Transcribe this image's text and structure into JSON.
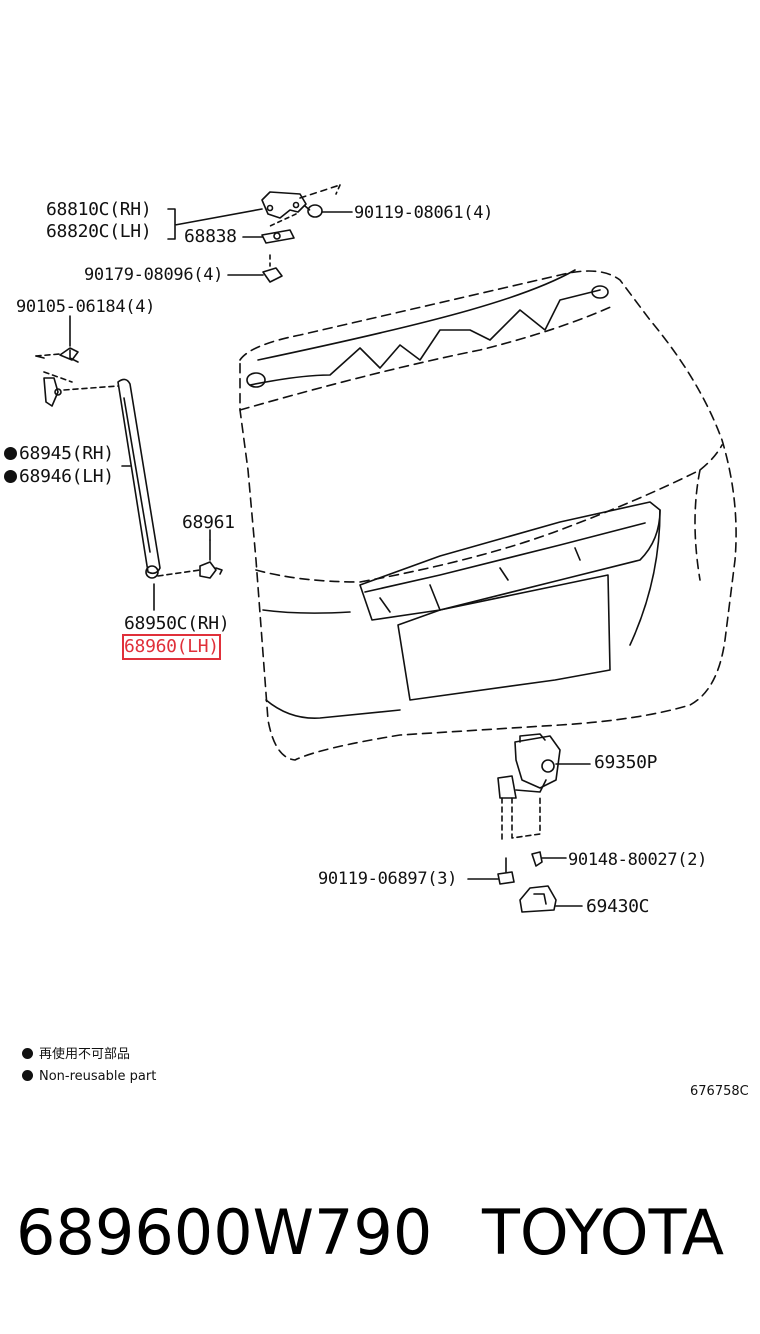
{
  "diagram": {
    "labels": {
      "p68810c": "68810C(RH)",
      "p68820c": "68820C(LH)",
      "p68838": "68838",
      "p90119_08061": "90119-08061(4)",
      "p90179_08096": "90179-08096(4)",
      "p90105_06184": "90105-06184(4)",
      "p68945": "68945(RH)",
      "p68946": "68946(LH)",
      "p68961": "68961",
      "p68950c": "68950C(RH)",
      "p68960": "68960(LH)",
      "p69350p": "69350P",
      "p90148_80027": "90148-80027(2)",
      "p90119_06897": "90119-06897(3)",
      "p69430c": "69430C"
    },
    "legend": {
      "zh": "再使用不可部品",
      "en": "Non-reusable part"
    },
    "ref_code": "676758C",
    "highlight_color": "#e0303a"
  },
  "footer": {
    "part_number": "689600W790",
    "brand": "TOYOTA"
  }
}
